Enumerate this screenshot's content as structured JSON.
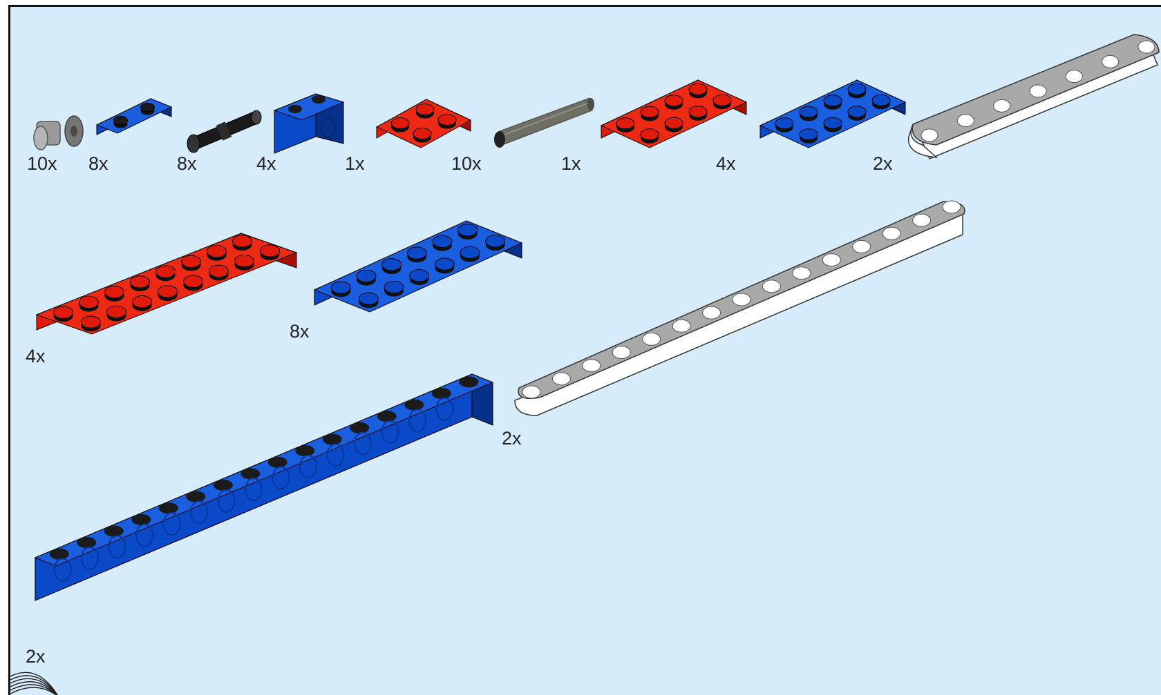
{
  "page": {
    "background": "#d6ecfb",
    "border": "#111111"
  },
  "colors": {
    "red": "#e01b0c",
    "red_dark": "#a80f06",
    "red_top": "#ee2a14",
    "blue": "#0a49c8",
    "blue_dark": "#06308a",
    "blue_top": "#1a5fe0",
    "white": "#ffffff",
    "grey": "#8a8a8a",
    "black": "#1b1b1b",
    "stud_shadow": "#111111"
  },
  "parts": [
    {
      "name": "bush",
      "icon": "grey-bush-icon",
      "qty": "10x"
    },
    {
      "name": "plate-1x2-blue",
      "icon": "blue-plate-1x2-icon",
      "qty": "8x"
    },
    {
      "name": "pin-black",
      "icon": "black-pin-icon",
      "qty": "8x"
    },
    {
      "name": "technic-brick-1x2-blue",
      "icon": "blue-technic-brick-1x2-icon",
      "qty": "4x"
    },
    {
      "name": "plate-2x2-red",
      "icon": "red-plate-2x2-icon",
      "qty": "1x"
    },
    {
      "name": "axle-grey",
      "icon": "grey-axle-icon",
      "qty": "10x"
    },
    {
      "name": "plate-2x4-red",
      "icon": "red-plate-2x4-icon",
      "qty": "1x"
    },
    {
      "name": "plate-2x4-blue",
      "icon": "blue-plate-2x4-icon",
      "qty": "4x"
    },
    {
      "name": "beam-7-white",
      "icon": "white-beam-7-icon",
      "qty": "2x"
    },
    {
      "name": "plate-2x8-red",
      "icon": "red-plate-2x8-icon",
      "qty": "4x"
    },
    {
      "name": "plate-2x6-blue",
      "icon": "blue-plate-2x6-icon",
      "qty": "8x"
    },
    {
      "name": "beam-15-white",
      "icon": "white-beam-15-icon",
      "qty": "2x"
    },
    {
      "name": "technic-brick-1x16-blue",
      "icon": "blue-technic-brick-1x16-icon",
      "qty": "2x"
    }
  ]
}
